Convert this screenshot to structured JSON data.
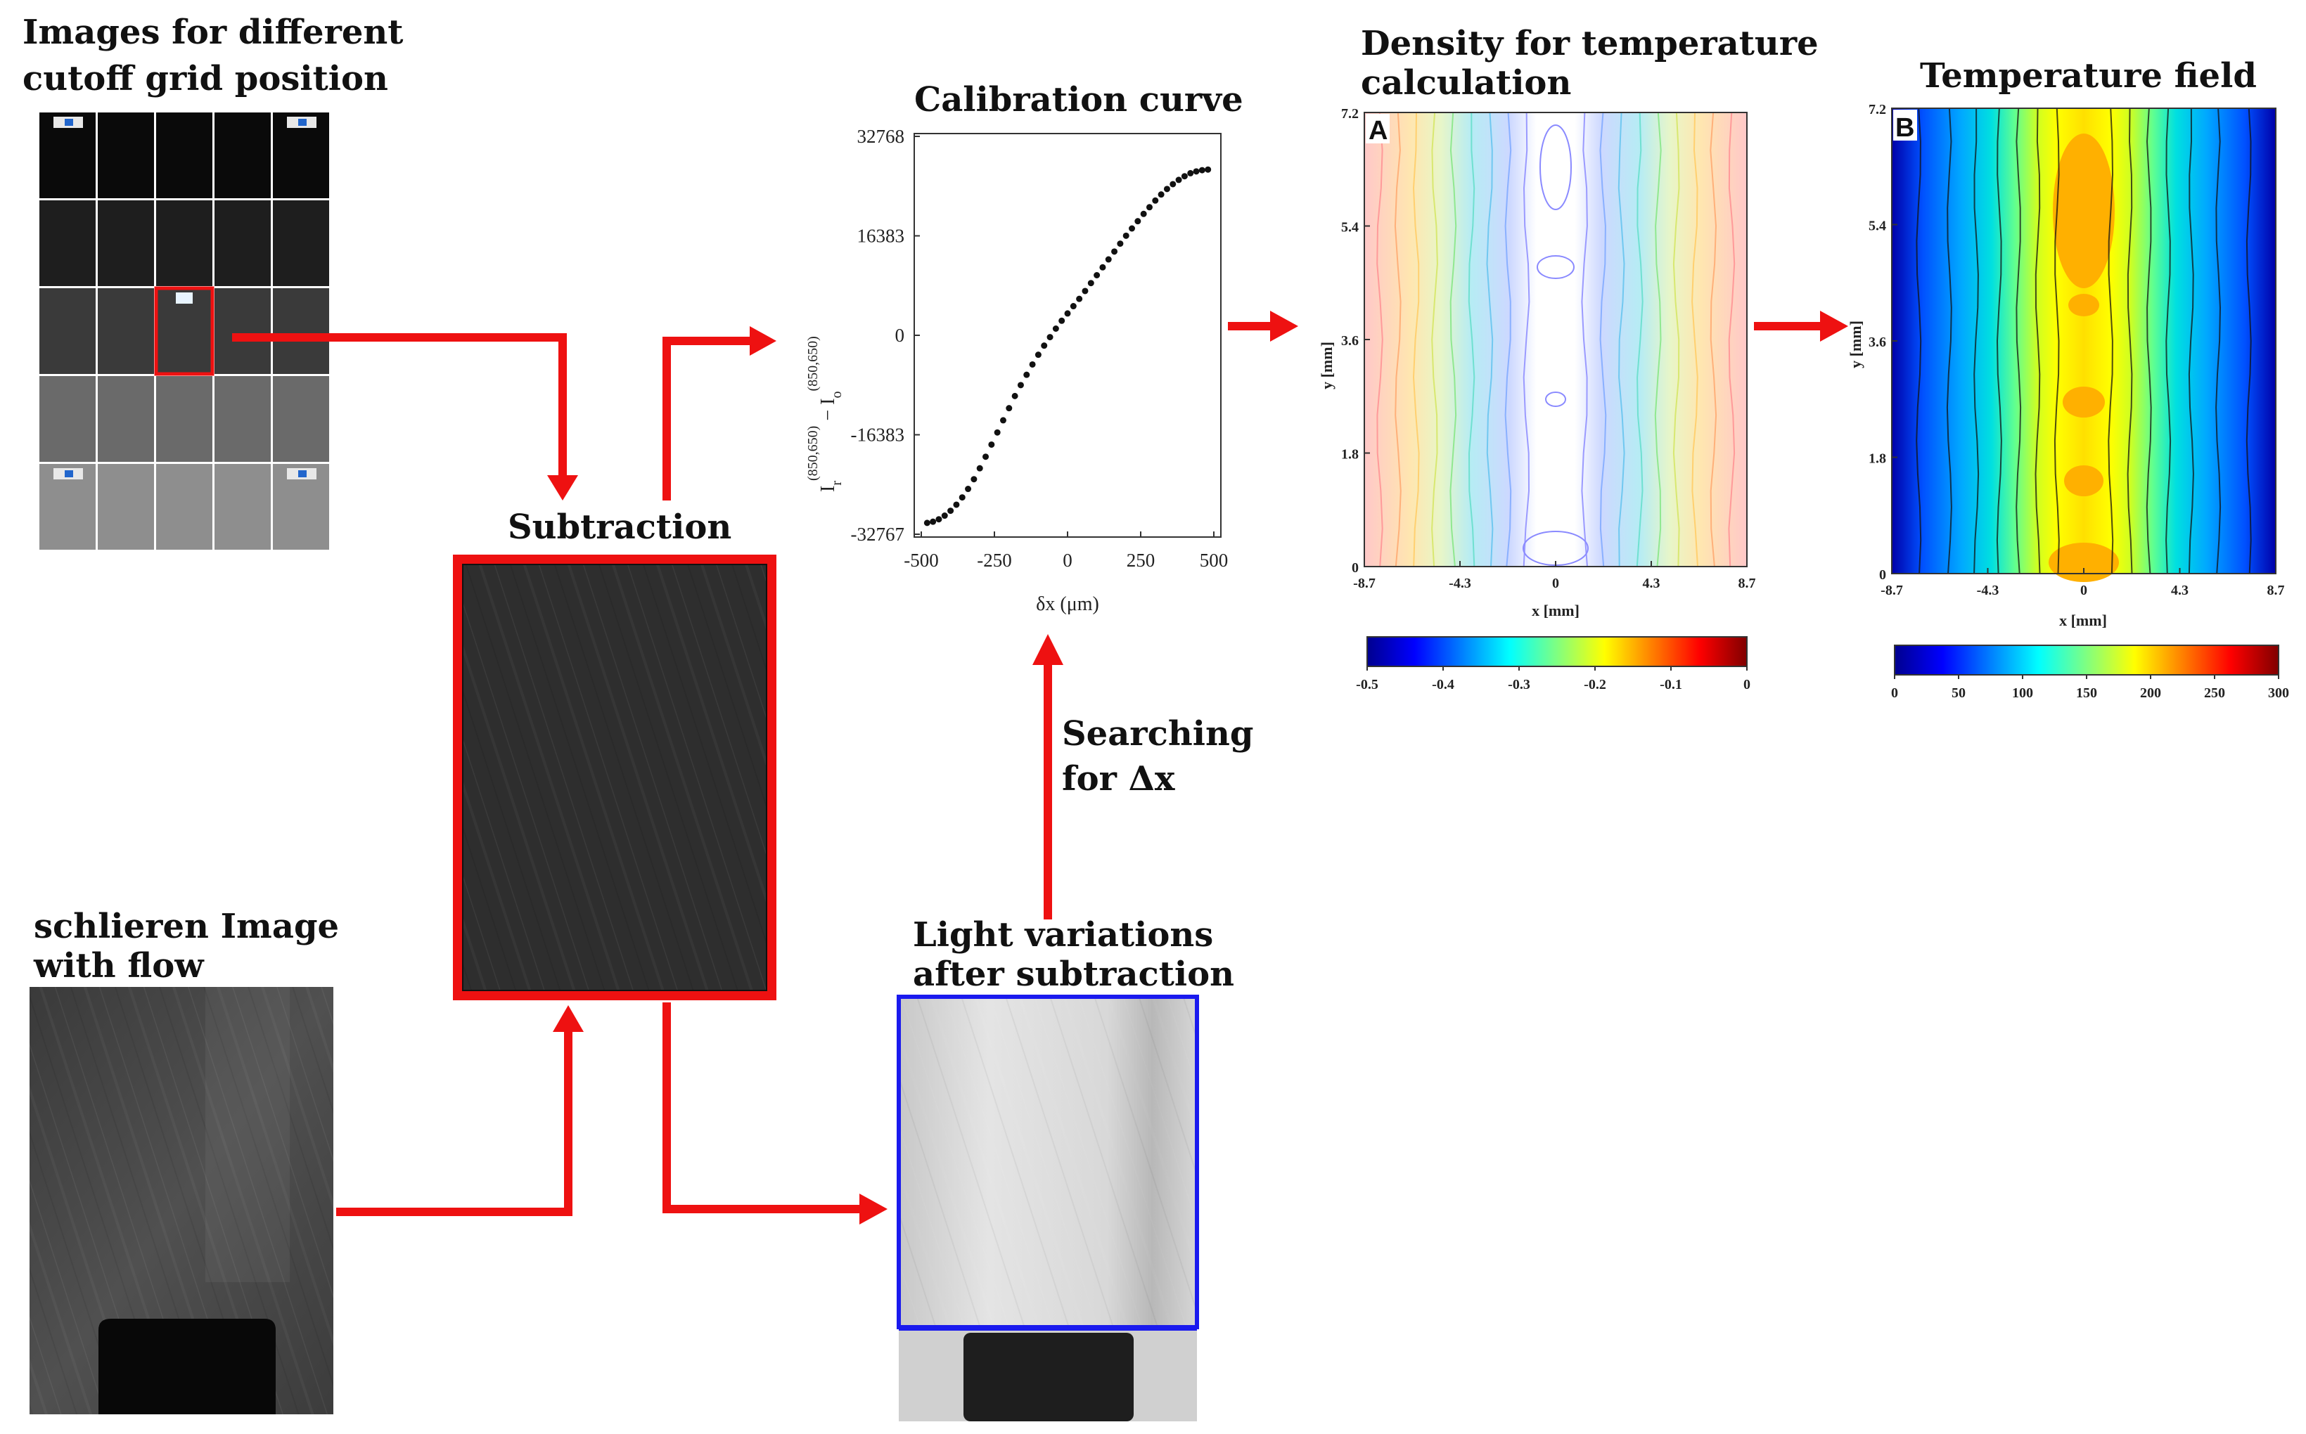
{
  "titles": {
    "images_grid": [
      "Images for different",
      "cutoff grid position"
    ],
    "subtraction": "Subtraction",
    "calibration": "Calibration curve",
    "density": [
      "Density for temperature",
      "calculation"
    ],
    "temperature": "Temperature field",
    "schlieren": [
      "schlieren Image",
      "with flow"
    ],
    "light": [
      "Light variations",
      "after subtraction"
    ],
    "searching": [
      "Searching",
      "for Δx"
    ]
  },
  "calibration_chart": {
    "chart_data": {
      "type": "scatter",
      "title": "Calibration curve",
      "xlabel": "δx (μm)",
      "ylabel_main": "I",
      "ylabel_sub1": "r",
      "ylabel_sup1": "(850,650)",
      "ylabel_minus": " − I",
      "ylabel_sub2": "o",
      "ylabel_sup2": "(850,650)",
      "xlim": [
        -500,
        500
      ],
      "ylim": [
        -32767,
        32768
      ],
      "x_ticks": [
        "-500",
        "-250",
        "0",
        "250",
        "500"
      ],
      "y_ticks": [
        "32768",
        "16383",
        "0",
        "-16383",
        "-32767"
      ],
      "x": [
        -480,
        -460,
        -440,
        -420,
        -400,
        -380,
        -360,
        -340,
        -320,
        -300,
        -280,
        -260,
        -240,
        -220,
        -200,
        -180,
        -160,
        -140,
        -120,
        -100,
        -80,
        -60,
        -40,
        -20,
        0,
        20,
        40,
        60,
        80,
        100,
        120,
        140,
        160,
        180,
        200,
        220,
        240,
        260,
        280,
        300,
        320,
        340,
        360,
        380,
        400,
        420,
        440,
        460,
        480
      ],
      "y": [
        -30900,
        -30700,
        -30300,
        -29700,
        -28900,
        -27900,
        -26700,
        -25300,
        -23700,
        -21900,
        -20000,
        -18000,
        -16000,
        -14000,
        -12000,
        -10000,
        -8200,
        -6500,
        -4800,
        -3200,
        -1700,
        -300,
        1100,
        2400,
        3600,
        4800,
        6000,
        7300,
        8600,
        9900,
        11200,
        12500,
        13800,
        15100,
        16400,
        17600,
        18800,
        20000,
        21100,
        22200,
        23200,
        24100,
        24900,
        25600,
        26200,
        26700,
        27000,
        27200,
        27300
      ]
    }
  },
  "density_panel": {
    "letter": "A",
    "xlabel": "x [mm]",
    "ylabel": "y [mm]",
    "x_ticks": [
      "-8.7",
      "-4.3",
      "0",
      "4.3",
      "8.7"
    ],
    "y_ticks": [
      "7.2",
      "5.4",
      "3.6",
      "1.8",
      "0"
    ],
    "colorbar_ticks": [
      "-0.5",
      "-0.4",
      "-0.3",
      "-0.2",
      "-0.1",
      "0"
    ]
  },
  "temperature_panel": {
    "letter": "B",
    "xlabel": "x [mm]",
    "ylabel": "y [mm]",
    "x_ticks": [
      "-8.7",
      "-4.3",
      "0",
      "4.3",
      "8.7"
    ],
    "y_ticks": [
      "7.2",
      "5.4",
      "3.6",
      "1.8",
      "0"
    ],
    "colorbar_ticks": [
      "0",
      "50",
      "100",
      "150",
      "200",
      "250",
      "300"
    ]
  },
  "colors": {
    "arrow": "#ee1111",
    "highlight_frame": "#ee1111",
    "blue_frame": "#1a1aee"
  }
}
